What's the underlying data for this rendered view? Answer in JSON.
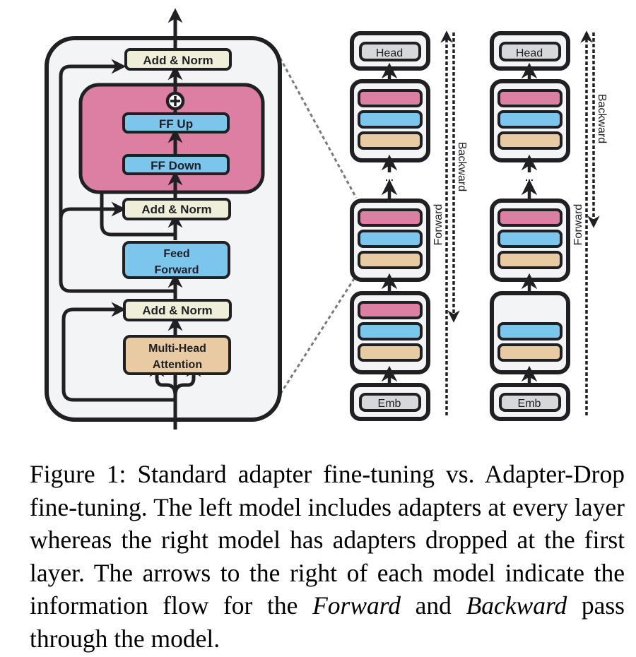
{
  "colors": {
    "outline": "#1f1f24",
    "panel_bg": "#f3f4f6",
    "adapter_pink": "#dc7fa2",
    "ff_blue": "#7cc6ee",
    "attention_tan": "#e8cba3",
    "add_norm_cream": "#efeed8",
    "head_emb_gray": "#d6d8dc",
    "connector_gray": "#7a7a7a"
  },
  "left_block": {
    "add_norm_top": "Add & Norm",
    "adapter": {
      "ff_up": "FF Up",
      "ff_down": "FF Down",
      "add_symbol": "plus-in-circle"
    },
    "add_norm_mid": "Add & Norm",
    "feed_forward": [
      "Feed",
      "Forward"
    ],
    "add_norm_bottom": "Add & Norm",
    "multi_head_attention": [
      "Multi-Head",
      "Attention"
    ]
  },
  "models": [
    {
      "name": "standard-adapter",
      "head_label": "Head",
      "emb_label": "Emb",
      "ellipsis": "...",
      "forward_label": "Forward",
      "backward_label": "Backward",
      "layers": [
        {
          "position": "top",
          "adapter": true
        },
        {
          "position": "middle",
          "adapter": true
        },
        {
          "position": "first",
          "adapter": true
        }
      ]
    },
    {
      "name": "adapterdrop",
      "head_label": "Head",
      "emb_label": "Emb",
      "ellipsis": "...",
      "forward_label": "Forward",
      "backward_label": "Backward",
      "layers": [
        {
          "position": "top",
          "adapter": true
        },
        {
          "position": "middle",
          "adapter": true
        },
        {
          "position": "first",
          "adapter": false
        }
      ]
    }
  ],
  "caption": {
    "prefix": "Figure 1:  Standard adapter fine-tuning vs.  Adapter-Drop fine-tuning.  The left model includes adapters at every layer whereas the right model has adapters dropped at the first layer.  The arrows to the right of each model indicate the information flow for the ",
    "italic_1": "Forward",
    "middle": " and ",
    "italic_2": "Backward",
    "suffix": " pass through the model."
  }
}
